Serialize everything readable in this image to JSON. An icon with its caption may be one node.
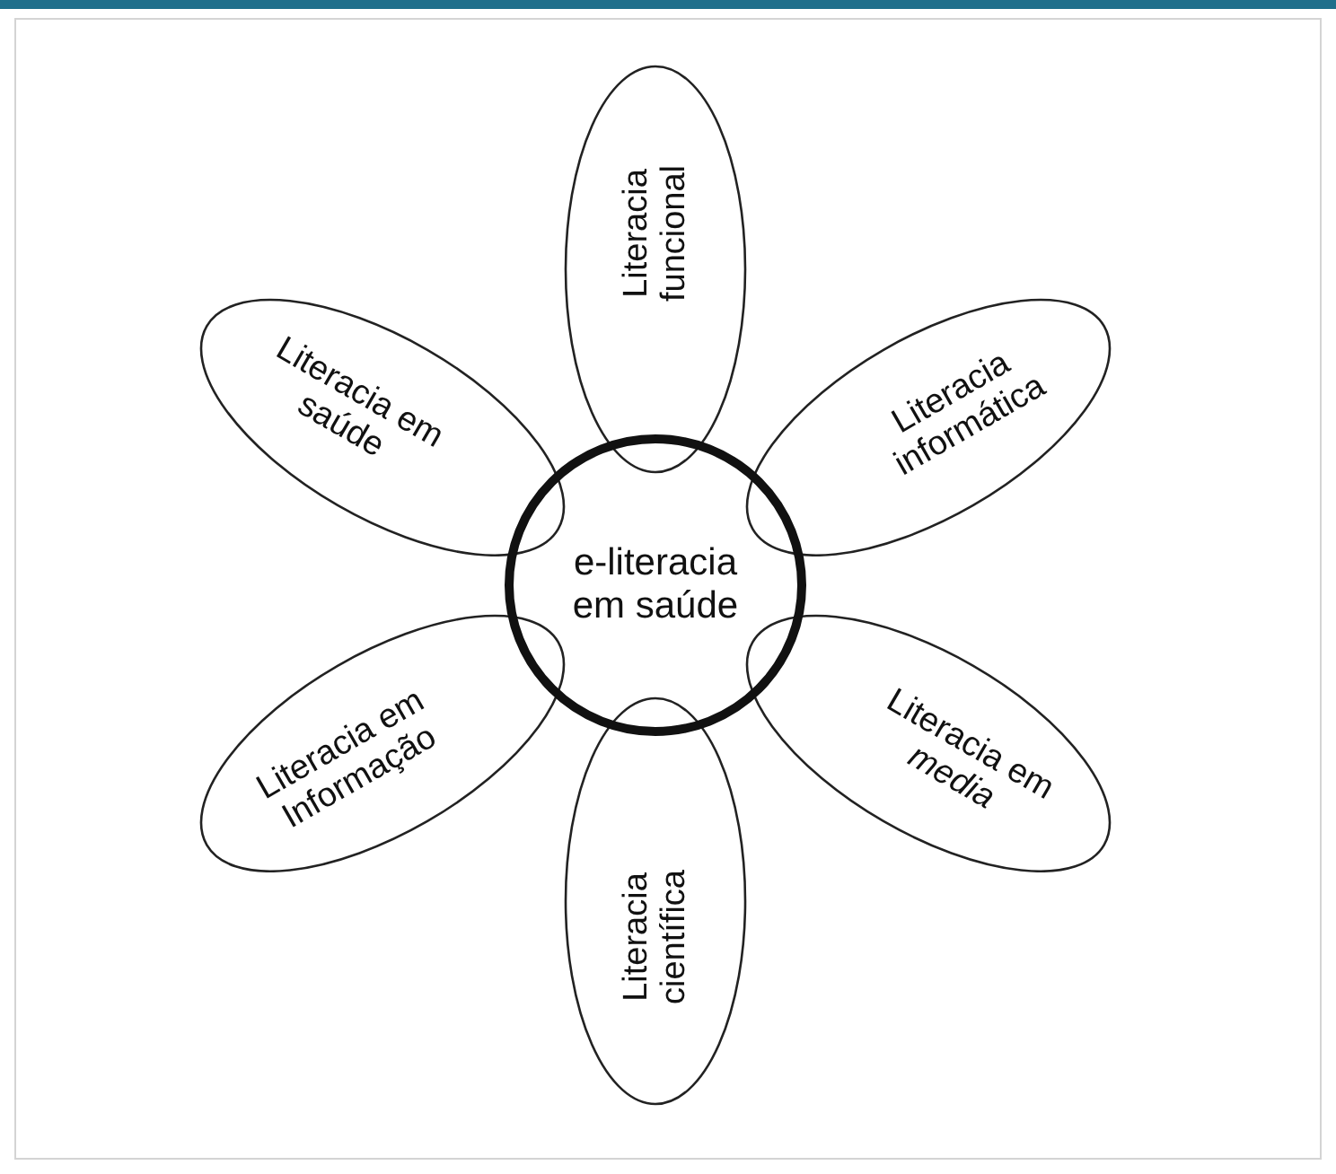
{
  "diagram": {
    "nodes": [
      {
        "text": [
          "e-literacia em saúde"
        ]
      },
      {
        "text": [
          "Literacia funcional"
        ]
      },
      {
        "text": [
          "Literacia informática"
        ]
      },
      {
        "text": [
          "Literacia em *media*"
        ]
      },
      {
        "text": [
          "Literacia científica"
        ]
      },
      {
        "text": [
          "Literacia em Informação"
        ]
      },
      {
        "text": [
          "Literacia em saúde"
        ]
      }
    ]
  }
}
